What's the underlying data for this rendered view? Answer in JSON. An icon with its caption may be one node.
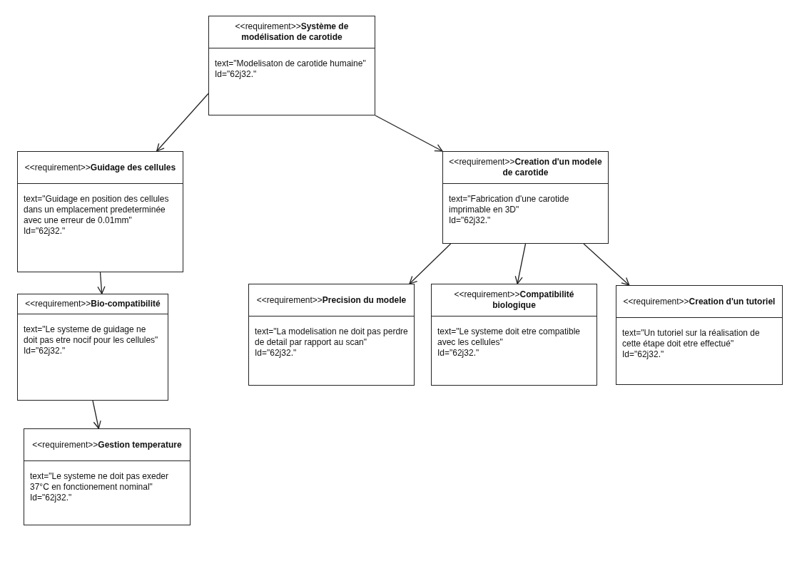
{
  "diagram": {
    "nodes": [
      {
        "text": [
          "<<requirement>>**Système de modélisation de carotide**",
          "text=\"Modelisaton de carotide humaine\"",
          "Id=\"62j32.\""
        ]
      },
      {
        "text": [
          "<<requirement>>**Guidage des cellules**",
          "text=\"Guidage en position des cellules dans un emplacement predeterminée avec une erreur de 0.01mm\"",
          "Id=\"62j32.\""
        ]
      },
      {
        "text": [
          "<<requirement>>**Creation d'un modele de carotide**",
          "text=\"Fabrication d'une carotide imprimable en 3D\"",
          "Id=\"62j32.\""
        ]
      },
      {
        "text": [
          "<<requirement>>**Bio-compatibilité**",
          "text=\"Le systeme de guidage ne doit pas etre nocif pour les cellules\"",
          "Id=\"62j32.\""
        ]
      },
      {
        "text": [
          "<<requirement>>**Gestion temperature**",
          "text=\"Le systeme ne doit pas exeder 37°C en fonctionement nominal\"",
          "Id=\"62j32.\""
        ]
      },
      {
        "text": [
          "<<requirement>>**Precision du modele**",
          "text=\"La modelisation ne doit pas perdre de detail par rapport au scan\"",
          "Id=\"62j32.\""
        ]
      },
      {
        "text": [
          "<<requirement>>**Compatibilité biologique**",
          "text=\"Le systeme doit etre compatible avec les cellules\"",
          "Id=\"62j32.\""
        ]
      },
      {
        "text": [
          "<<requirement>>**Creation d'un tutoriel**",
          "text=\"Un tutoriel sur la réalisation de cette étape doit etre effectué\"",
          "Id=\"62j32.\""
        ]
      }
    ],
    "edges": [
      {
        "from": 0,
        "to": 1,
        "arrow": "to"
      },
      {
        "from": 0,
        "to": 2,
        "arrow": "to"
      },
      {
        "from": 1,
        "to": 3,
        "arrow": "to"
      },
      {
        "from": 3,
        "to": 4,
        "arrow": "to"
      },
      {
        "from": 2,
        "to": 5,
        "arrow": "to"
      },
      {
        "from": 2,
        "to": 6,
        "arrow": "to"
      },
      {
        "from": 2,
        "to": 7,
        "arrow": "to"
      }
    ]
  }
}
